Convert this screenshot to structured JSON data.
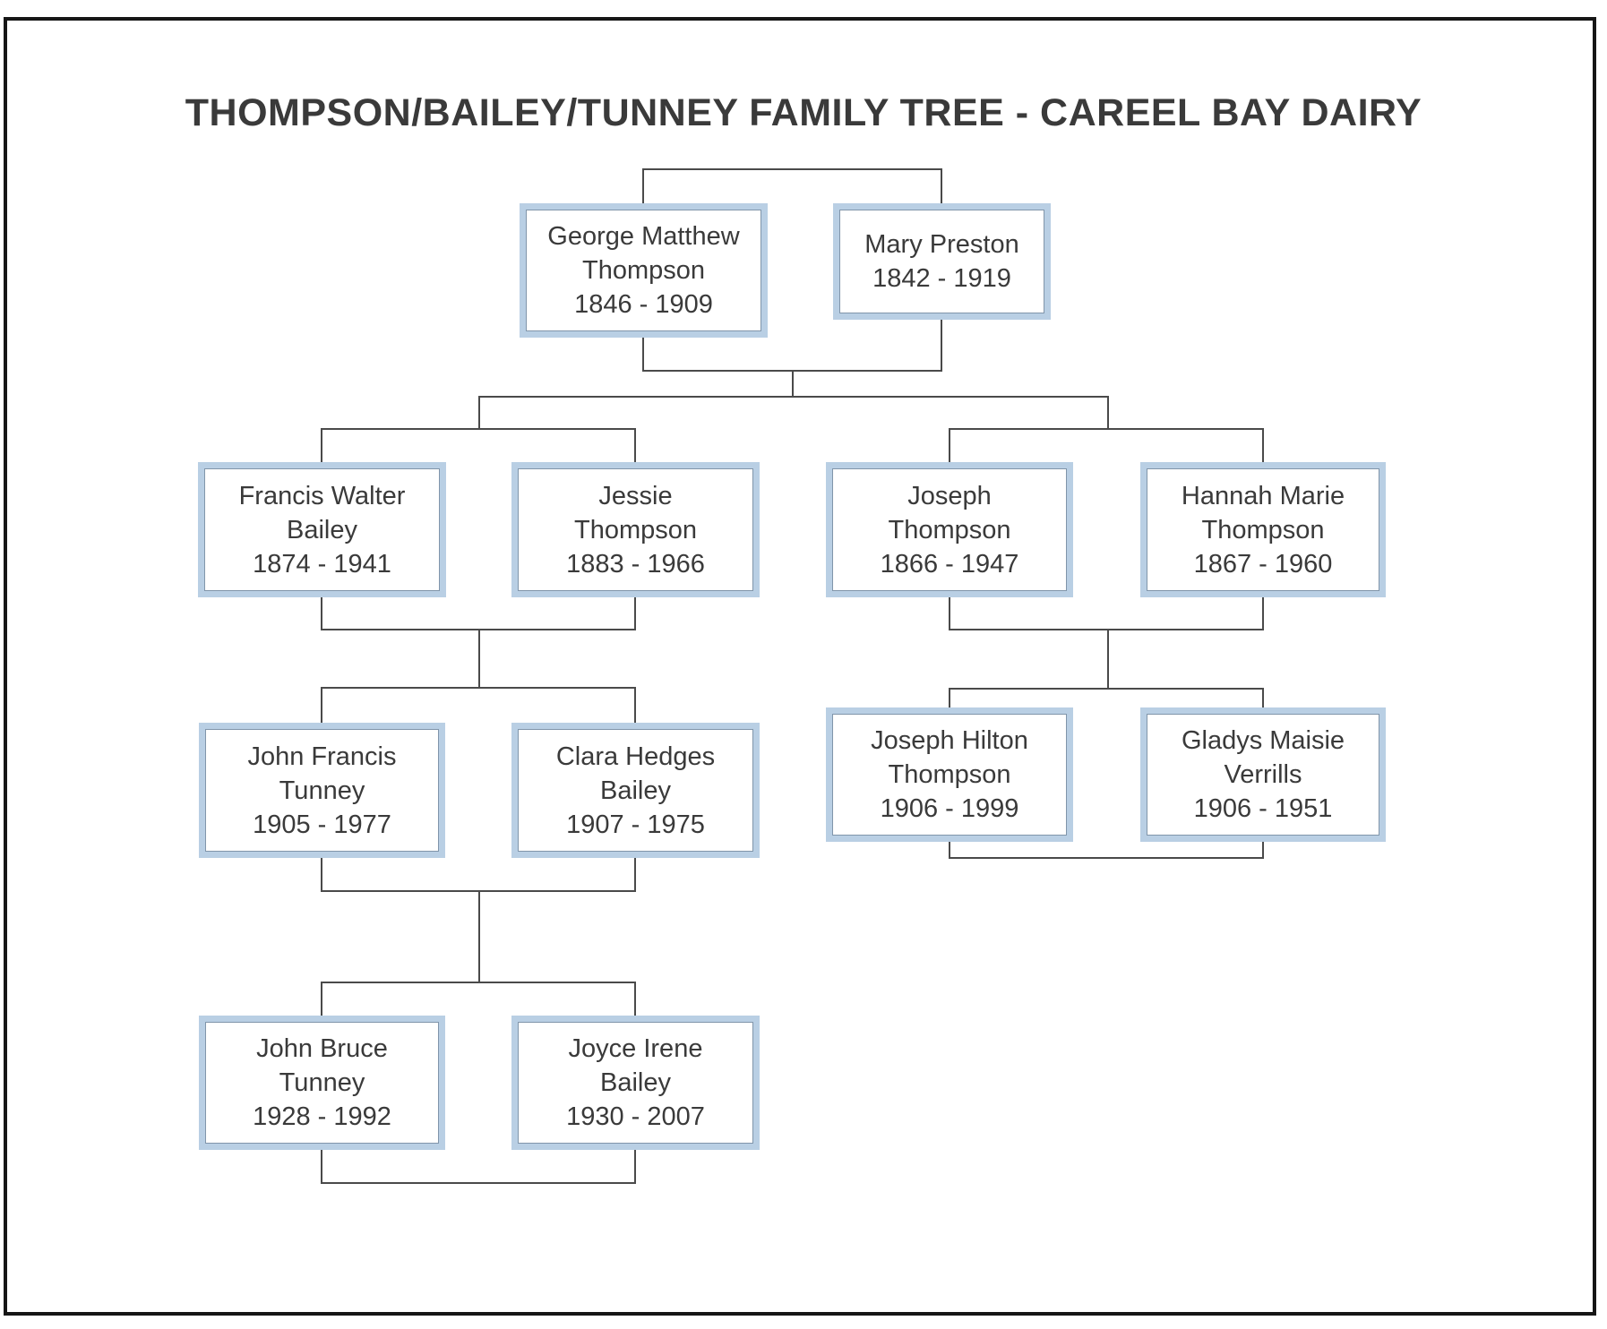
{
  "title": "THOMPSON/BAILEY/TUNNEY FAMILY TREE - CAREEL BAY DAIRY",
  "people": [
    {
      "lines": [
        "George Matthew",
        "Thompson",
        "1846 - 1909"
      ]
    },
    {
      "lines": [
        "Mary Preston",
        "1842 - 1919"
      ]
    },
    {
      "lines": [
        "Francis Walter",
        "Bailey",
        "1874 - 1941"
      ]
    },
    {
      "lines": [
        "Jessie",
        "Thompson",
        "1883 - 1966"
      ]
    },
    {
      "lines": [
        "Joseph",
        "Thompson",
        "1866 - 1947"
      ]
    },
    {
      "lines": [
        "Hannah Marie",
        "Thompson",
        "1867 - 1960"
      ]
    },
    {
      "lines": [
        "John Francis",
        "Tunney",
        "1905 - 1977"
      ]
    },
    {
      "lines": [
        "Clara Hedges",
        "Bailey",
        "1907 - 1975"
      ]
    },
    {
      "lines": [
        "Joseph Hilton",
        "Thompson",
        "1906 - 1999"
      ]
    },
    {
      "lines": [
        "Gladys Maisie",
        "Verrills",
        "1906 - 1951"
      ]
    },
    {
      "lines": [
        "John Bruce",
        "Tunney",
        "1928 - 1992"
      ]
    },
    {
      "lines": [
        "Joyce Irene",
        "Bailey",
        "1930 - 2007"
      ]
    }
  ],
  "colors": {
    "box_border": "#b9cfe4",
    "box_inner_outline": "#8095aa",
    "text": "#3a3a3a",
    "connector": "#4a4a4a",
    "frame": "#161616",
    "background": "#ffffff"
  }
}
